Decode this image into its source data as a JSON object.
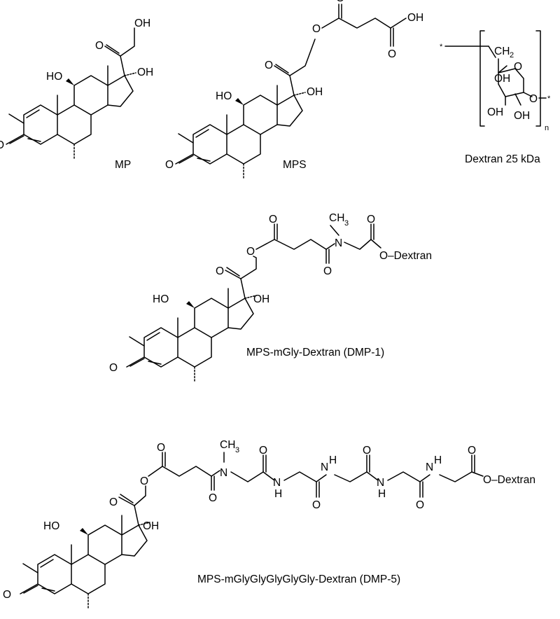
{
  "compounds": [
    {
      "name": "MP",
      "caption": "MP"
    },
    {
      "name": "MPS",
      "caption": "MPS"
    },
    {
      "name": "Dextran",
      "caption": "Dextran 25 kDa"
    },
    {
      "name": "DMP-1",
      "caption": "MPS-mGly-Dextran (DMP-1)"
    },
    {
      "name": "DMP-5",
      "caption": "MPS-mGlyGlyGlyGlyGly-Dextran (DMP-5)"
    }
  ],
  "atoms": {
    "ho": "HO",
    "oh": "OH",
    "o": "O",
    "n": "N",
    "h": "H",
    "ch3": "CH",
    "ch3_sub": "3",
    "ch2": "CH",
    "ch2_sub": "2",
    "star": "*",
    "subscript_n": "n",
    "o_dextran": "O–Dextran"
  }
}
